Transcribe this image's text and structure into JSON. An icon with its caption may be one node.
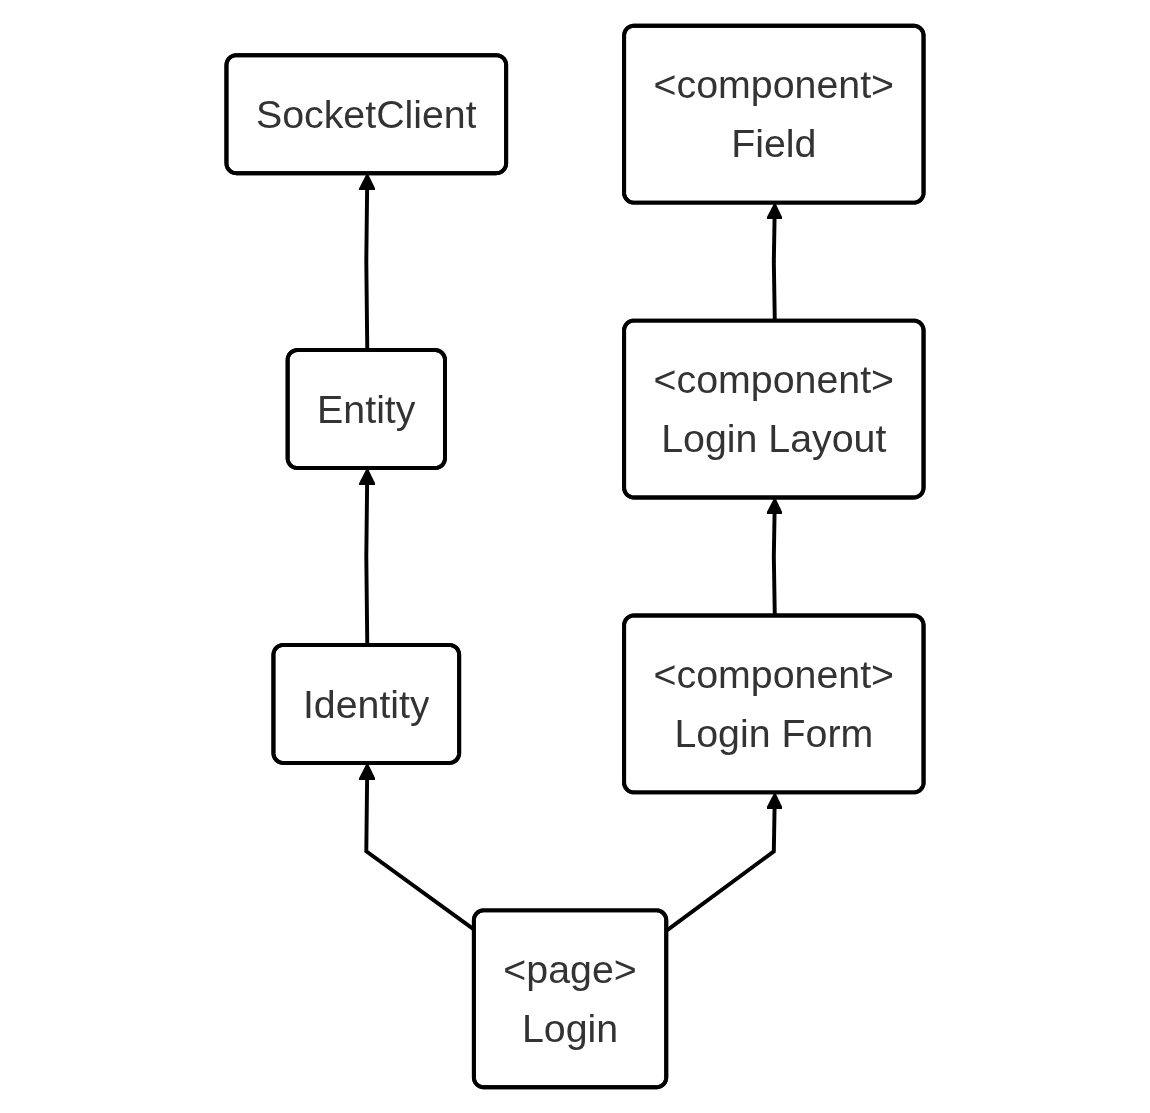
{
  "diagram": {
    "nodes": [
      {
        "text": [
          "SocketClient"
        ]
      },
      {
        "text": [
          "Entity"
        ]
      },
      {
        "text": [
          "Identity"
        ]
      },
      {
        "text": [
          "<page>",
          "Login"
        ]
      },
      {
        "text": [
          "<component>",
          "Login Form"
        ]
      },
      {
        "text": [
          "<component>",
          "Login Layout"
        ]
      },
      {
        "text": [
          "<component>",
          "Field"
        ]
      }
    ],
    "edges": [
      {
        "from": 1,
        "to": 0,
        "arrow": "to"
      },
      {
        "from": 2,
        "to": 1,
        "arrow": "to"
      },
      {
        "from": 3,
        "to": 2,
        "arrow": "to"
      },
      {
        "from": 3,
        "to": 4,
        "arrow": "to"
      },
      {
        "from": 4,
        "to": 5,
        "arrow": "to"
      },
      {
        "from": 5,
        "to": 6,
        "arrow": "to"
      }
    ]
  }
}
